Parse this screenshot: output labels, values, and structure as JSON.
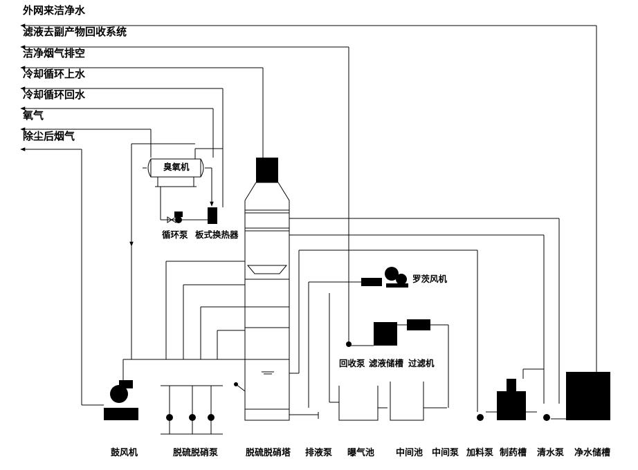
{
  "top_labels": {
    "outer_clean_water": "外网来洁净水",
    "filtrate_byproduct": "滤液去副产物回收系统",
    "clean_flue_exhaust": "洁净烟气排空",
    "cooling_supply": "冷却循环上水",
    "cooling_return": "冷却循环回水",
    "oxygen": "氧气",
    "dedusted_flue": "除尘后烟气"
  },
  "equipment": {
    "ozone_generator": "臭氧机",
    "circulation_pump": "循环泵",
    "plate_heat_exchanger": "板式换热器",
    "roots_blower": "罗茨风机",
    "recovery_pump": "回收泵",
    "filtrate_tank": "滤液储槽",
    "filter": "过滤机"
  },
  "bottom_labels": {
    "blower": "鼓风机",
    "desulf_denitr_pump": "脱硫脱硝泵",
    "desulf_denitr_tower": "脱硫脱硝塔",
    "drain_pump": "排液泵",
    "aeration_tank": "曝气池",
    "intermediate_tank": "中间池",
    "intermediate_pump": "中间泵",
    "feed_pump": "加料泵",
    "reagent_tank": "制药槽",
    "clean_water_pump": "清水泵",
    "clean_water_tank": "净水储槽"
  }
}
